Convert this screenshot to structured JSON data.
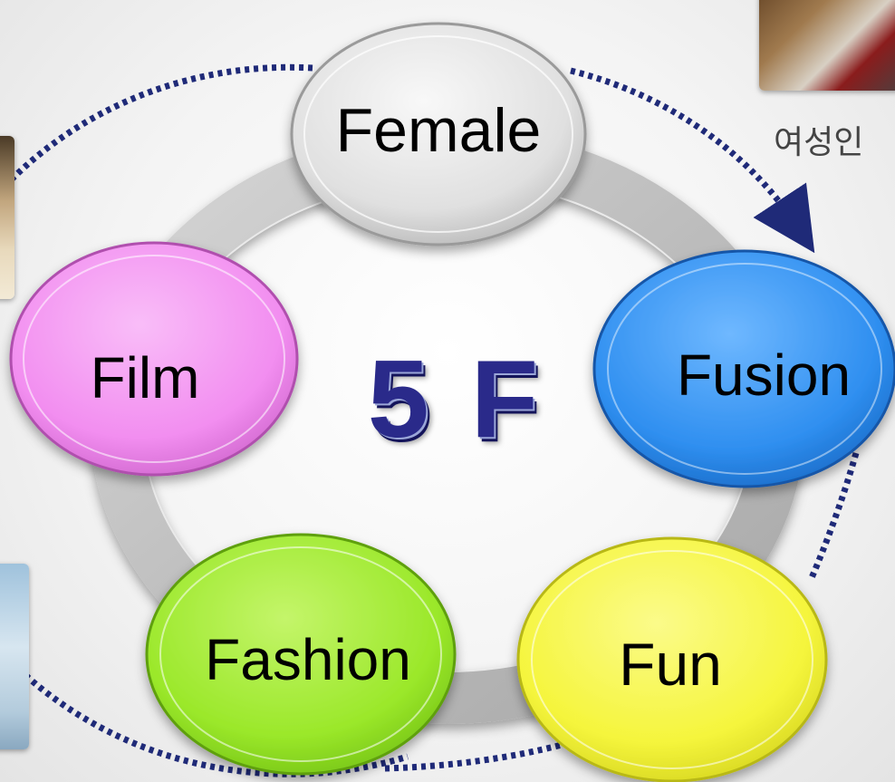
{
  "diagram": {
    "center_title": "5 F",
    "nodes": [
      {
        "id": "female",
        "label": "Female",
        "color": "#e2e2e2"
      },
      {
        "id": "fusion",
        "label": "Fusion",
        "color": "#2f8ff0"
      },
      {
        "id": "fun",
        "label": "Fun",
        "color": "#f5f53c"
      },
      {
        "id": "fashion",
        "label": "Fashion",
        "color": "#9be82a"
      },
      {
        "id": "film",
        "label": "Film",
        "color": "#f28ef0"
      }
    ],
    "side_caption": "여성인",
    "arrow_color": "#1f2a78"
  }
}
